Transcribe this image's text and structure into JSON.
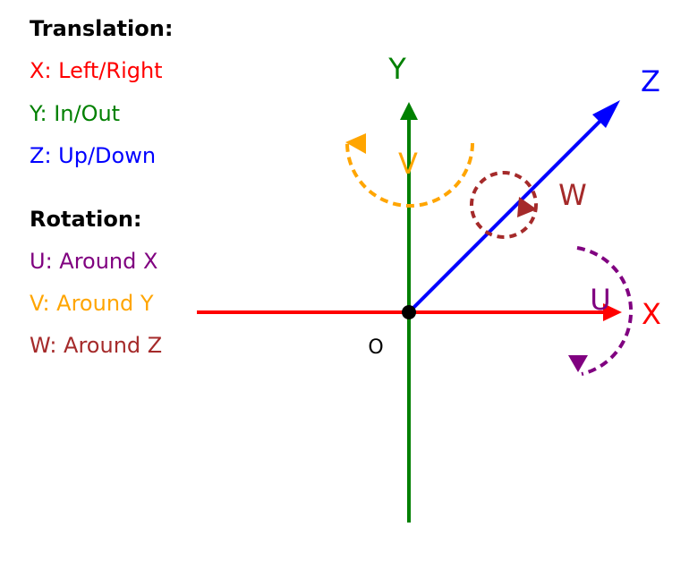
{
  "legend": {
    "translation_heading": "Translation:",
    "translation_items": [
      {
        "text": "X: Left/Right",
        "color": "#ff0000"
      },
      {
        "text": "Y: In/Out",
        "color": "#008000"
      },
      {
        "text": "Z: Up/Down",
        "color": "#0000ff"
      }
    ],
    "rotation_heading": "Rotation:",
    "rotation_items": [
      {
        "text": "U: Around X",
        "color": "#800080"
      },
      {
        "text": "V: Around Y",
        "color": "#ffa500"
      },
      {
        "text": "W: Around Z",
        "color": "#a52a2a"
      }
    ]
  },
  "diagram": {
    "axes": {
      "x": {
        "label": "X",
        "color": "#ff0000"
      },
      "y": {
        "label": "Y",
        "color": "#008000"
      },
      "z": {
        "label": "Z",
        "color": "#0000ff"
      }
    },
    "origin_label": "O",
    "rotations": {
      "u": {
        "label": "U",
        "color": "#800080"
      },
      "v": {
        "label": "V",
        "color": "#ffa500"
      },
      "w": {
        "label": "W",
        "color": "#a52a2a"
      }
    }
  }
}
